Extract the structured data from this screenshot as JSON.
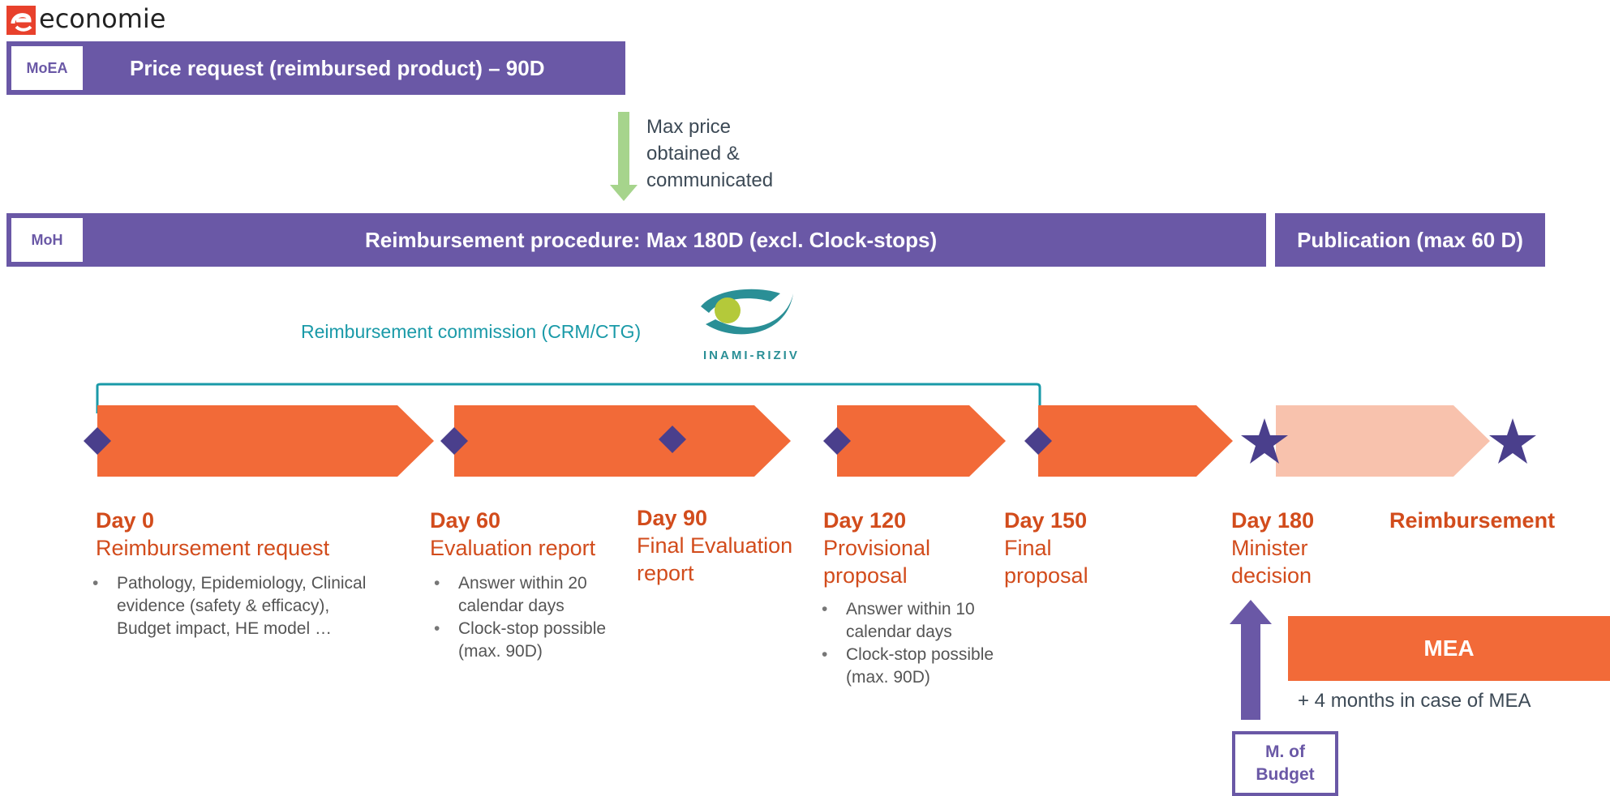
{
  "logo": {
    "text": "economie",
    "letter": "e"
  },
  "moea_bar": {
    "tag": "MoEA",
    "title": "Price request (reimbursed product) – 90D"
  },
  "max_price_note": [
    "Max price",
    "obtained &",
    "communicated"
  ],
  "moh_bar": {
    "tag": "MoH",
    "title": "Reimbursement procedure: Max 180D (excl. Clock-stops)"
  },
  "publication_bar": {
    "title": "Publication (max 60 D)"
  },
  "commission": {
    "label": "Reimbursement commission (CRM/CTG)",
    "logo_text": "INAMI-RIZIV"
  },
  "milestones": [
    {
      "day": "Day 0",
      "lines": [
        "Reimbursement request"
      ],
      "bullets": [
        "Pathology, Epidemiology, Clinical evidence (safety & efficacy), Budget impact, HE model …"
      ]
    },
    {
      "day": "Day 60",
      "lines": [
        "Evaluation report"
      ],
      "bullets": [
        "Answer within 20 calendar days",
        "Clock-stop possible (max. 90D)"
      ]
    },
    {
      "day": "Day 90",
      "lines": [
        "Final Evaluation",
        "report"
      ],
      "bullets": []
    },
    {
      "day": "Day 120",
      "lines": [
        "Provisional",
        "proposal"
      ],
      "bullets": [
        "Answer within 10 calendar days",
        "Clock-stop possible (max. 90D)"
      ]
    },
    {
      "day": "Day 150",
      "lines": [
        "Final",
        "proposal"
      ],
      "bullets": []
    },
    {
      "day": "Day 180",
      "lines": [
        "Minister",
        "decision"
      ],
      "bullets": []
    },
    {
      "day": "Reimbursement",
      "lines": [],
      "bullets": []
    }
  ],
  "mea_box": {
    "label": "MEA",
    "note": "+ 4 months in case of MEA"
  },
  "budget_box": {
    "lines": [
      "M. of",
      "Budget"
    ]
  },
  "colors": {
    "purple": "#6a58a6",
    "orange": "#f26a38",
    "light_orange": "#f8c2ad",
    "dark_orange": "#d24c1c",
    "green_arrow": "#a6d48c",
    "teal": "#1a9aa8",
    "marker": "#4a3f8c"
  }
}
